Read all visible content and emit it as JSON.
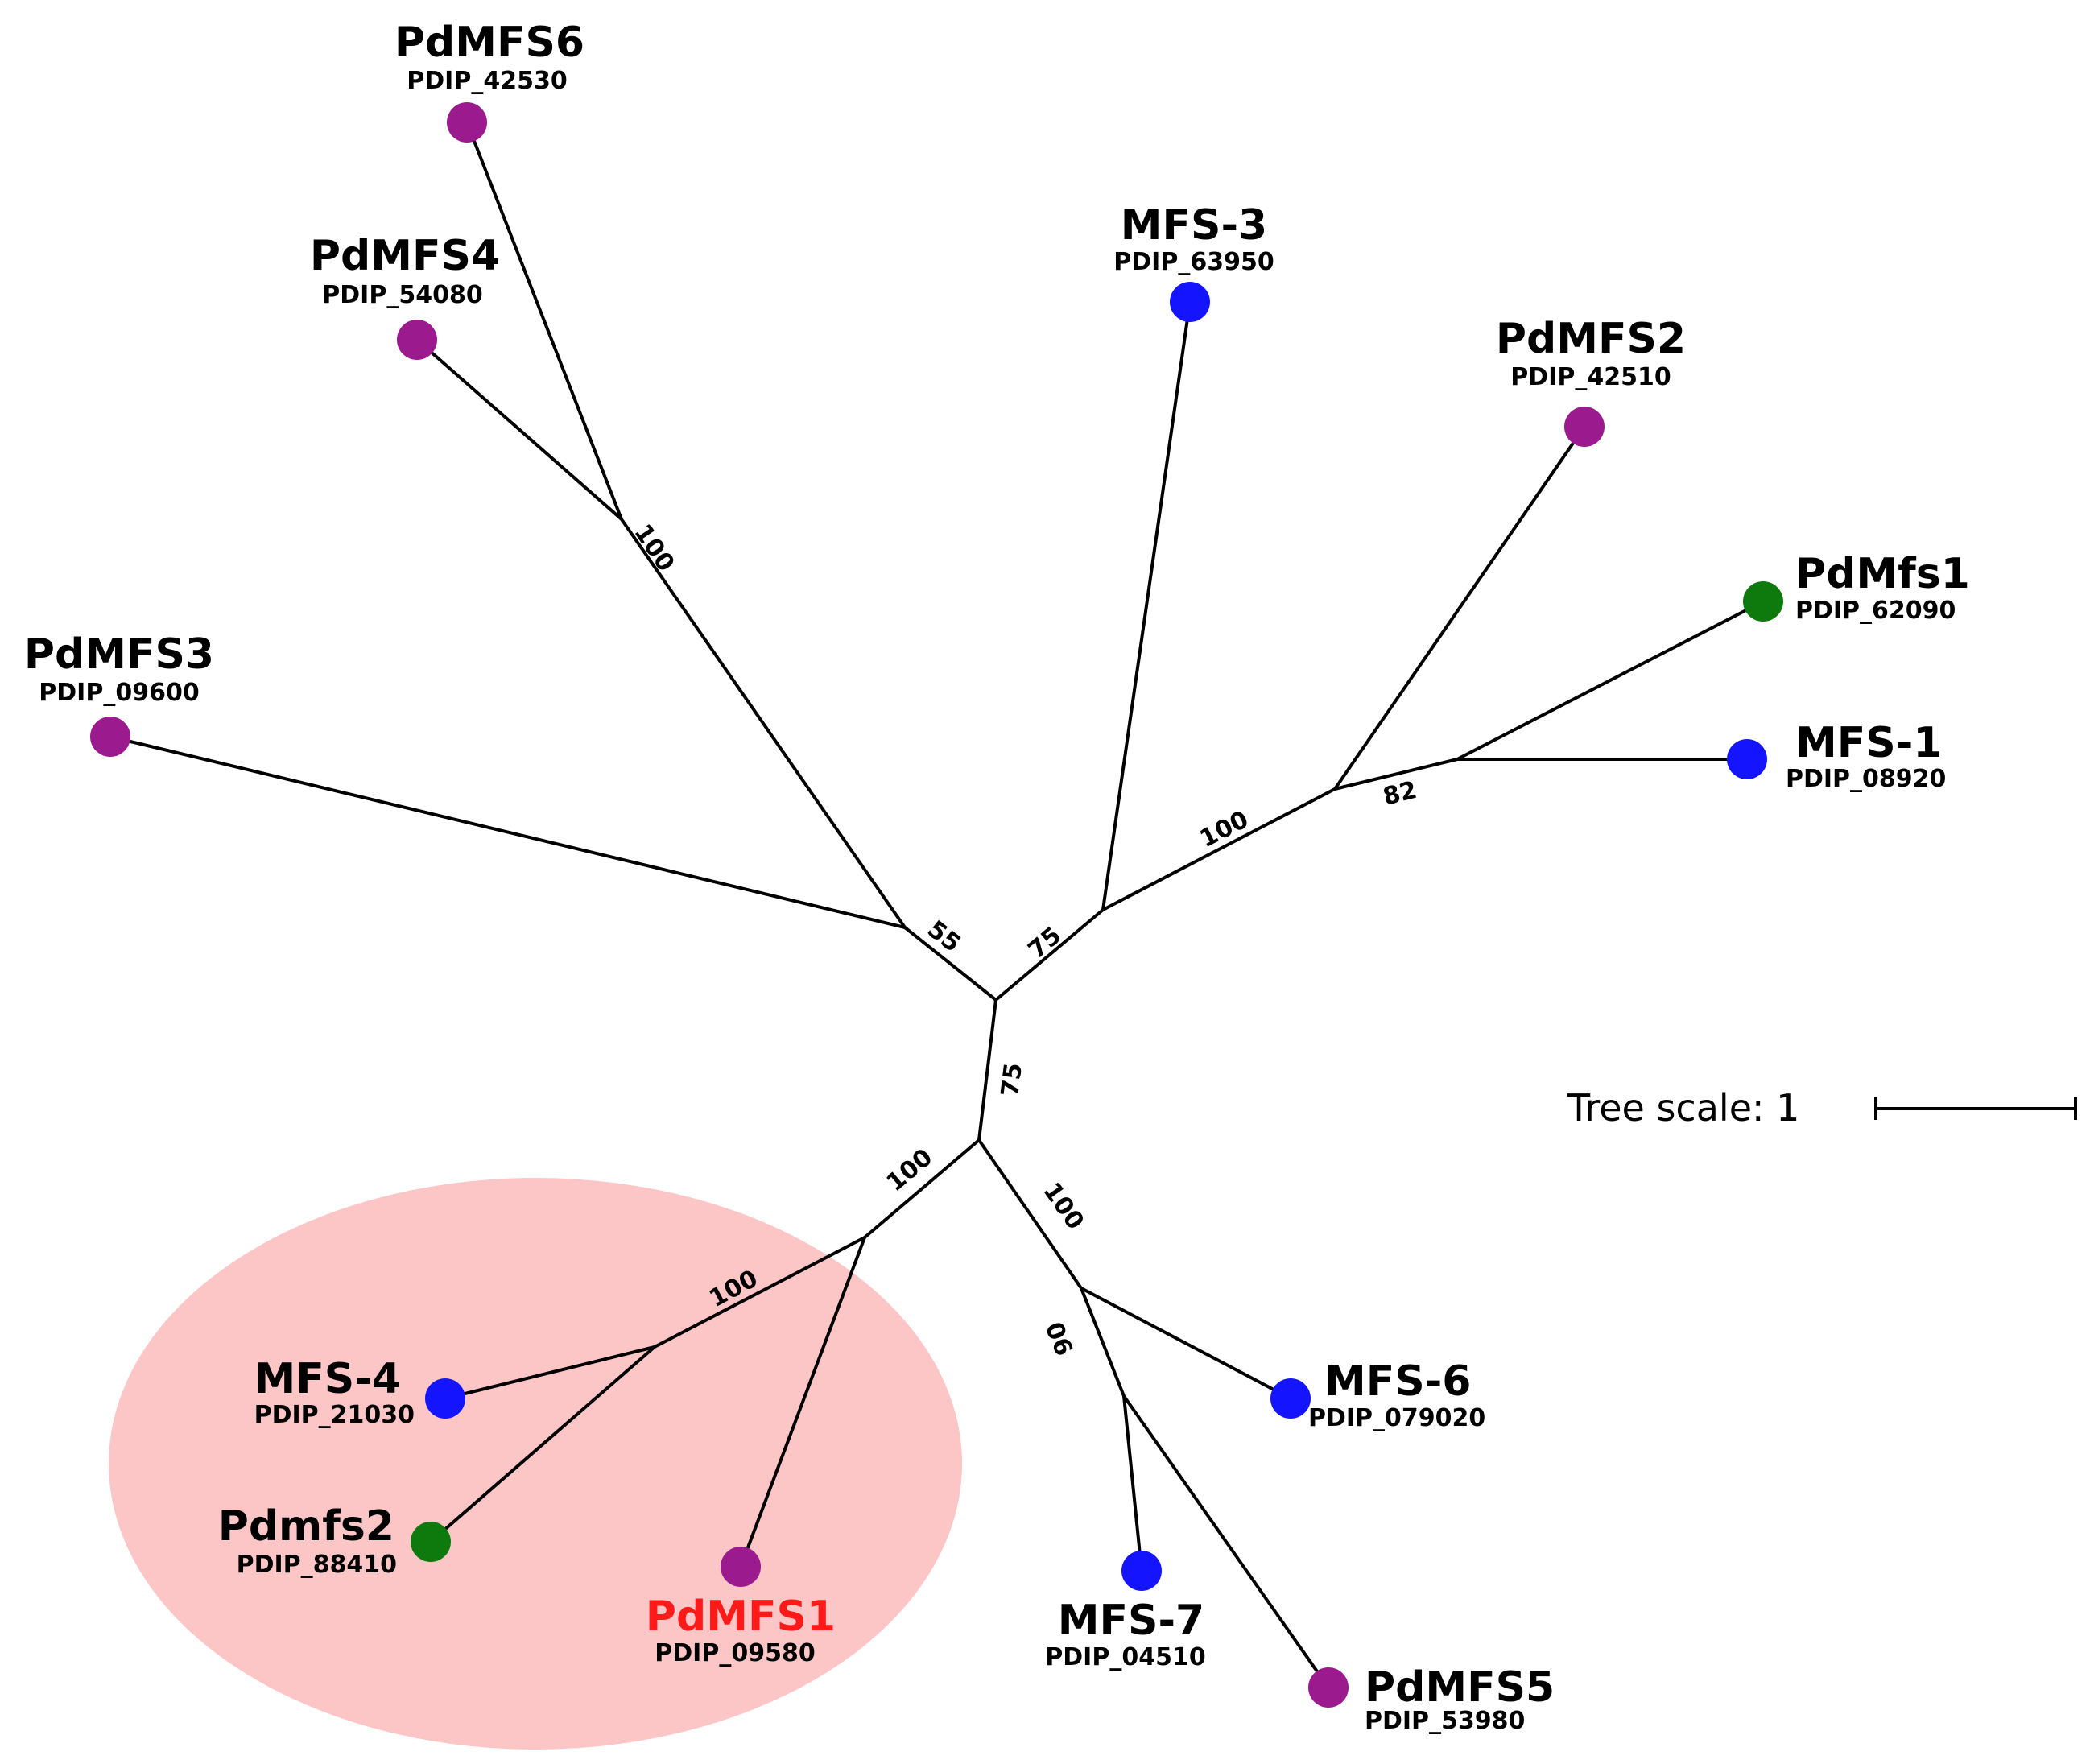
{
  "colors": {
    "purple": "#9b1a8e",
    "blue": "#1414ff",
    "green": "#0e7a0e",
    "highlight_text": "#ff1a1a",
    "default_text": "#000000",
    "clade_highlight": "#fdc6c6"
  },
  "tree_scale": {
    "label": "Tree scale: 1"
  },
  "leaves": [
    {
      "id": "pdmfs6",
      "name": "PdMFS6",
      "accession": "PDIP_42530",
      "color": "purple"
    },
    {
      "id": "pdmfs4",
      "name": "PdMFS4",
      "accession": "PDIP_54080",
      "color": "purple"
    },
    {
      "id": "mfs3",
      "name": "MFS-3",
      "accession": "PDIP_63950",
      "color": "blue"
    },
    {
      "id": "pdmfs2",
      "name": "PdMFS2",
      "accession": "PDIP_42510",
      "color": "purple"
    },
    {
      "id": "pdmfs1b",
      "name": "PdMfs1",
      "accession": "PDIP_62090",
      "color": "green"
    },
    {
      "id": "mfs1",
      "name": "MFS-1",
      "accession": "PDIP_08920",
      "color": "blue"
    },
    {
      "id": "pdmfs3",
      "name": "PdMFS3",
      "accession": "PDIP_09600",
      "color": "purple"
    },
    {
      "id": "mfs4",
      "name": "MFS-4",
      "accession": "PDIP_21030",
      "color": "blue"
    },
    {
      "id": "pdmfs2b",
      "name": "Pdmfs2",
      "accession": "PDIP_88410",
      "color": "green"
    },
    {
      "id": "pdmfs1",
      "name": "PdMFS1",
      "accession": "PDIP_09580",
      "color": "purple",
      "highlighted": true
    },
    {
      "id": "mfs7",
      "name": "MFS-7",
      "accession": "PDIP_04510",
      "color": "blue"
    },
    {
      "id": "mfs6",
      "name": "MFS-6",
      "accession": "PDIP_079020",
      "color": "blue"
    },
    {
      "id": "pdmfs5",
      "name": "PdMFS5",
      "accession": "PDIP_53980",
      "color": "purple"
    }
  ],
  "bootstrap": {
    "b100_top": "100",
    "b55": "55",
    "b75_upper": "75",
    "b100_right": "100",
    "b82": "82",
    "b75_stem": "75",
    "b100_low": "100",
    "b100_clade": "100",
    "b100_mfs6": "100",
    "b90": "90"
  }
}
